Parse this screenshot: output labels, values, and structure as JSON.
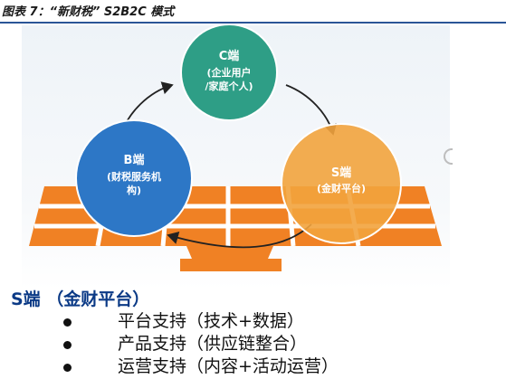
{
  "caption": "图表 7：“新财税” S2B2C 模式",
  "diagram": {
    "nodes": [
      {
        "id": "C",
        "title": "C端",
        "lines": [
          "(企业用户",
          "/家庭个人)"
        ],
        "color": "#2e9e86"
      },
      {
        "id": "B",
        "title": "B端",
        "lines": [
          "(财税服务机",
          "构)"
        ],
        "color": "#2d77c6"
      },
      {
        "id": "S",
        "title": "S端",
        "lines": [
          "(金财平台)"
        ],
        "color": "#f2a33d"
      }
    ],
    "cycle_edges": [
      [
        "B",
        "C"
      ],
      [
        "C",
        "S"
      ],
      [
        "S",
        "B"
      ]
    ],
    "panel_color": "#f08124"
  },
  "s_section": {
    "heading": "S端 （金财平台）",
    "bullets": [
      "平台支持（技术+数据）",
      "产品支持（供应链整合）",
      "运营支持（内容+活动运营）"
    ]
  }
}
